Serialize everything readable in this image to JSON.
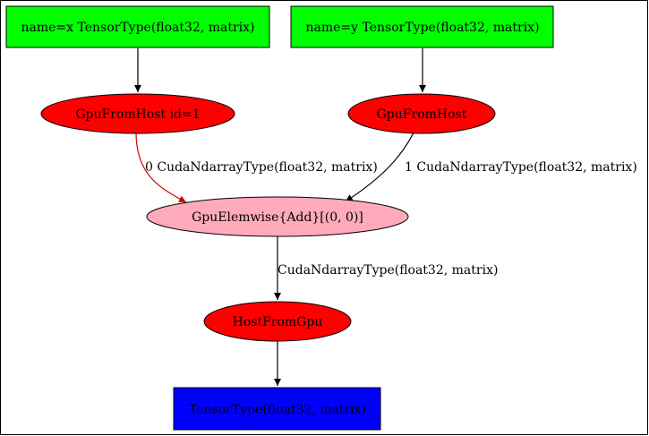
{
  "colors": {
    "input_fill": "#00ff00",
    "gpu_op_fill": "#ff0000",
    "elemwise_fill": "#ffaabb",
    "output_fill": "#0000ff",
    "edge_default": "#000000",
    "edge_highlight": "#cc0000"
  },
  "nodes": {
    "input_x": "name=x TensorType(float32, matrix)",
    "input_y": "name=y TensorType(float32, matrix)",
    "gpu_from_host_x": "GpuFromHost id=1",
    "gpu_from_host_y": "GpuFromHost",
    "gpu_elemwise": "GpuElemwise{Add}[(0, 0)]",
    "host_from_gpu": "HostFromGpu",
    "output": "TensorType(float32, matrix)"
  },
  "edges": {
    "gpu_x_to_elemwise": "0 CudaNdarrayType(float32, matrix)",
    "gpu_y_to_elemwise": "1 CudaNdarrayType(float32, matrix)",
    "elemwise_to_host": "CudaNdarrayType(float32, matrix)"
  }
}
